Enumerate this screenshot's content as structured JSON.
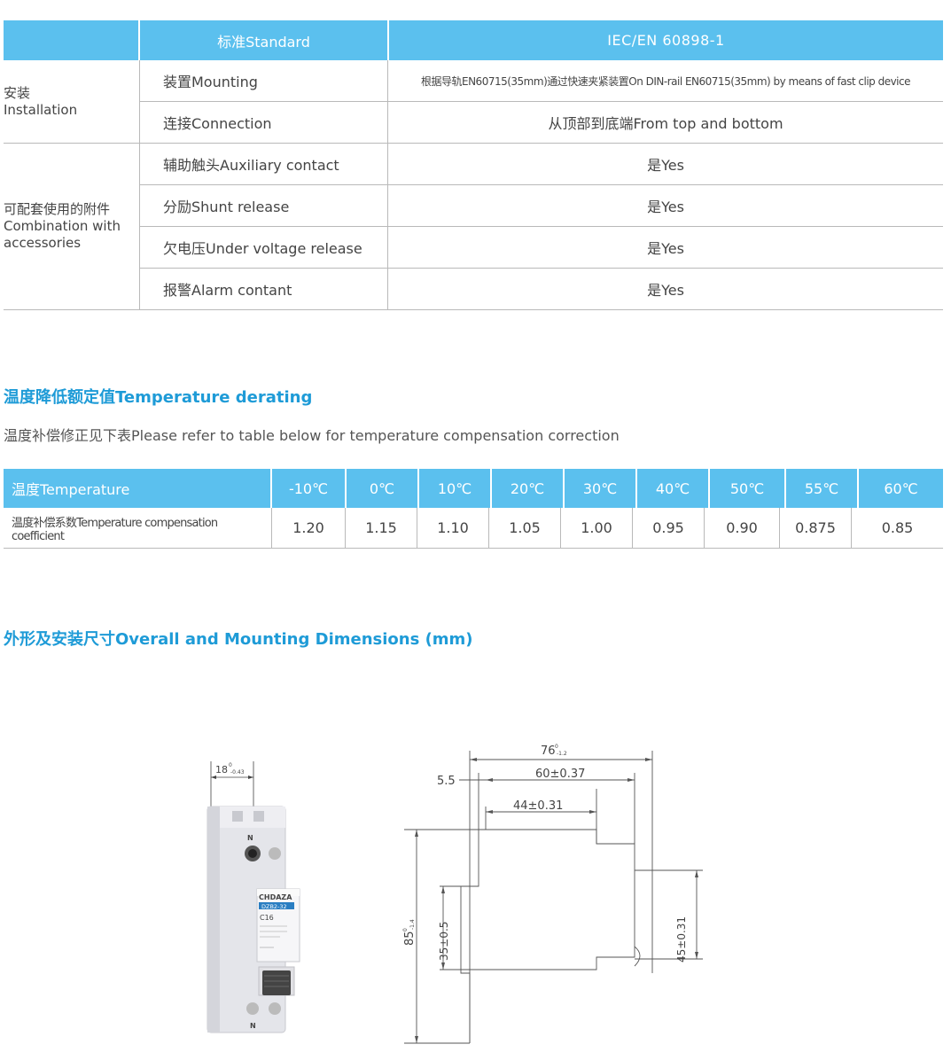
{
  "spec_table": {
    "header": {
      "standard_label": "标准Standard",
      "standard_value": "IEC/EN 60898-1"
    },
    "groups": [
      {
        "label_cn": "安装",
        "label_en": "Installation",
        "rows": [
          {
            "key": "装置Mounting",
            "value": "根据导轨EN60715(35mm)通过快速夹紧装置On DIN-rail EN60715(35mm) by means of fast clip device"
          },
          {
            "key": "连接Connection",
            "value": "从顶部到底端From top and bottom"
          }
        ]
      },
      {
        "label_cn": "可配套使用的附件",
        "label_en": "Combination with accessories",
        "rows": [
          {
            "key": "辅助触头Auxiliary contact",
            "value": "是Yes"
          },
          {
            "key": "分励Shunt release",
            "value": "是Yes"
          },
          {
            "key": "欠电压Under voltage release",
            "value": "是Yes"
          },
          {
            "key": "报警Alarm contant",
            "value": "是Yes"
          }
        ]
      }
    ]
  },
  "temperature_section": {
    "title": "温度降低额定值Temperature derating",
    "note": "温度补偿修正见下表Please refer to table below for temperature compensation correction",
    "header_label": "温度Temperature",
    "row_label": "温度补偿系数Temperature compensation coefficient",
    "temperatures": [
      "-10℃",
      "0℃",
      "10℃",
      "20℃",
      "30℃",
      "40℃",
      "50℃",
      "55℃",
      "60℃"
    ],
    "coefficients": [
      "1.20",
      "1.15",
      "1.10",
      "1.05",
      "1.00",
      "0.95",
      "0.90",
      "0.875",
      "0.85"
    ]
  },
  "dimensions_section": {
    "title": "外形及安装尺寸Overall and Mounting Dimensions (mm)",
    "product": {
      "brand": "CHDAZA",
      "model": "DZB2-32",
      "rating": "C16",
      "terminal_top": "N",
      "terminal_bottom": "N",
      "width_dim": "18",
      "width_tol_upper": "0",
      "width_tol_lower": "-0.43"
    },
    "drawing_labels": {
      "overall_depth": "76",
      "overall_depth_tol_upper": "0",
      "overall_depth_tol_lower": "-1.2",
      "depth_60": "60±0.37",
      "depth_44": "44±0.31",
      "offset": "5.5",
      "height_85": "85",
      "height_85_tol_upper": "0",
      "height_85_tol_lower": "-1.4",
      "height_35": "35±0.5",
      "height_45": "45±0.31"
    }
  }
}
